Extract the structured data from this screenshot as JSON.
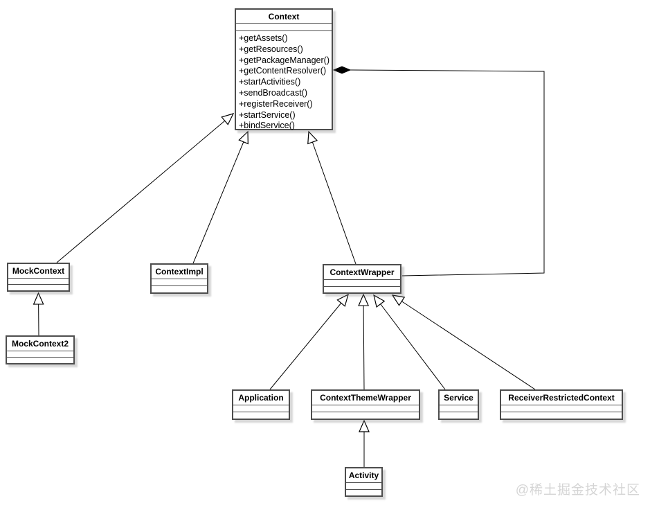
{
  "diagram": {
    "classes": {
      "context": {
        "name": "Context",
        "methods": [
          "+getAssets()",
          "+getResources()",
          "+getPackageManager()",
          "+getContentResolver()",
          "+startActivities()",
          "+sendBroadcast()",
          "+registerReceiver()",
          "+startService()",
          "+bindService()"
        ]
      },
      "mockcontext": {
        "name": "MockContext"
      },
      "mockcontext2": {
        "name": "MockContext2"
      },
      "contextimpl": {
        "name": "ContextImpl"
      },
      "contextwrapper": {
        "name": "ContextWrapper"
      },
      "application": {
        "name": "Application"
      },
      "contextthemewrapper": {
        "name": "ContextThemeWrapper"
      },
      "service": {
        "name": "Service"
      },
      "receiverrestrictedcontext": {
        "name": "ReceiverRestrictedContext"
      },
      "activity": {
        "name": "Activity"
      }
    },
    "relationships": [
      {
        "from": "MockContext",
        "to": "Context",
        "type": "generalization"
      },
      {
        "from": "MockContext2",
        "to": "MockContext",
        "type": "generalization"
      },
      {
        "from": "ContextImpl",
        "to": "Context",
        "type": "generalization"
      },
      {
        "from": "ContextWrapper",
        "to": "Context",
        "type": "generalization"
      },
      {
        "from": "Application",
        "to": "ContextWrapper",
        "type": "generalization"
      },
      {
        "from": "ContextThemeWrapper",
        "to": "ContextWrapper",
        "type": "generalization"
      },
      {
        "from": "Service",
        "to": "ContextWrapper",
        "type": "generalization"
      },
      {
        "from": "ReceiverRestrictedContext",
        "to": "ContextWrapper",
        "type": "generalization"
      },
      {
        "from": "Activity",
        "to": "ContextThemeWrapper",
        "type": "generalization"
      },
      {
        "from": "Context",
        "to": "ContextWrapper",
        "type": "aggregation"
      }
    ],
    "watermark": {
      "text": "@稀土掘金技术社区"
    }
  },
  "colors": {
    "background": "#ffffff",
    "box_border": "#4d4d4d",
    "line": "#000000",
    "watermark": "#d5d5d5"
  }
}
